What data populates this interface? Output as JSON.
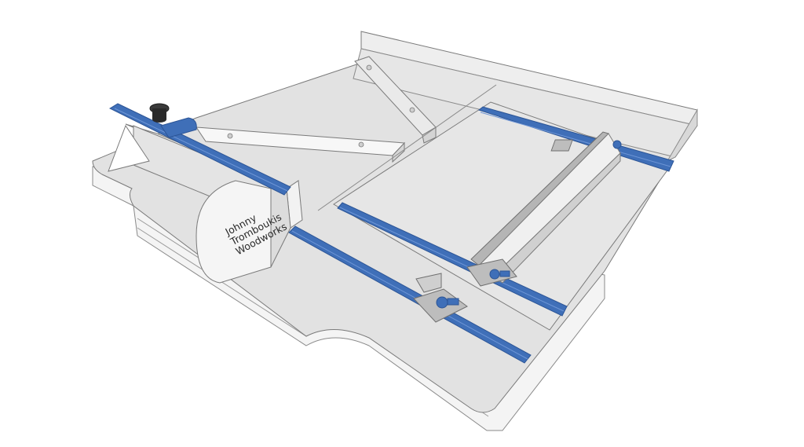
{
  "scene": {
    "subject": "Crosscut sled 3D model render",
    "background": "#ffffff",
    "colors": {
      "board_top": "#e2e2e2",
      "board_edge": "#f2f2f2",
      "outline": "#7a7a7a",
      "track_blue": "#3f6fb8",
      "track_dark": "#2c5596",
      "metal_gray": "#bdbdbd",
      "knob_black": "#2a2a2a"
    }
  },
  "fence_logo": {
    "line1": "Johnny",
    "line2": "Tromboukis",
    "line3": "Woodworks"
  }
}
